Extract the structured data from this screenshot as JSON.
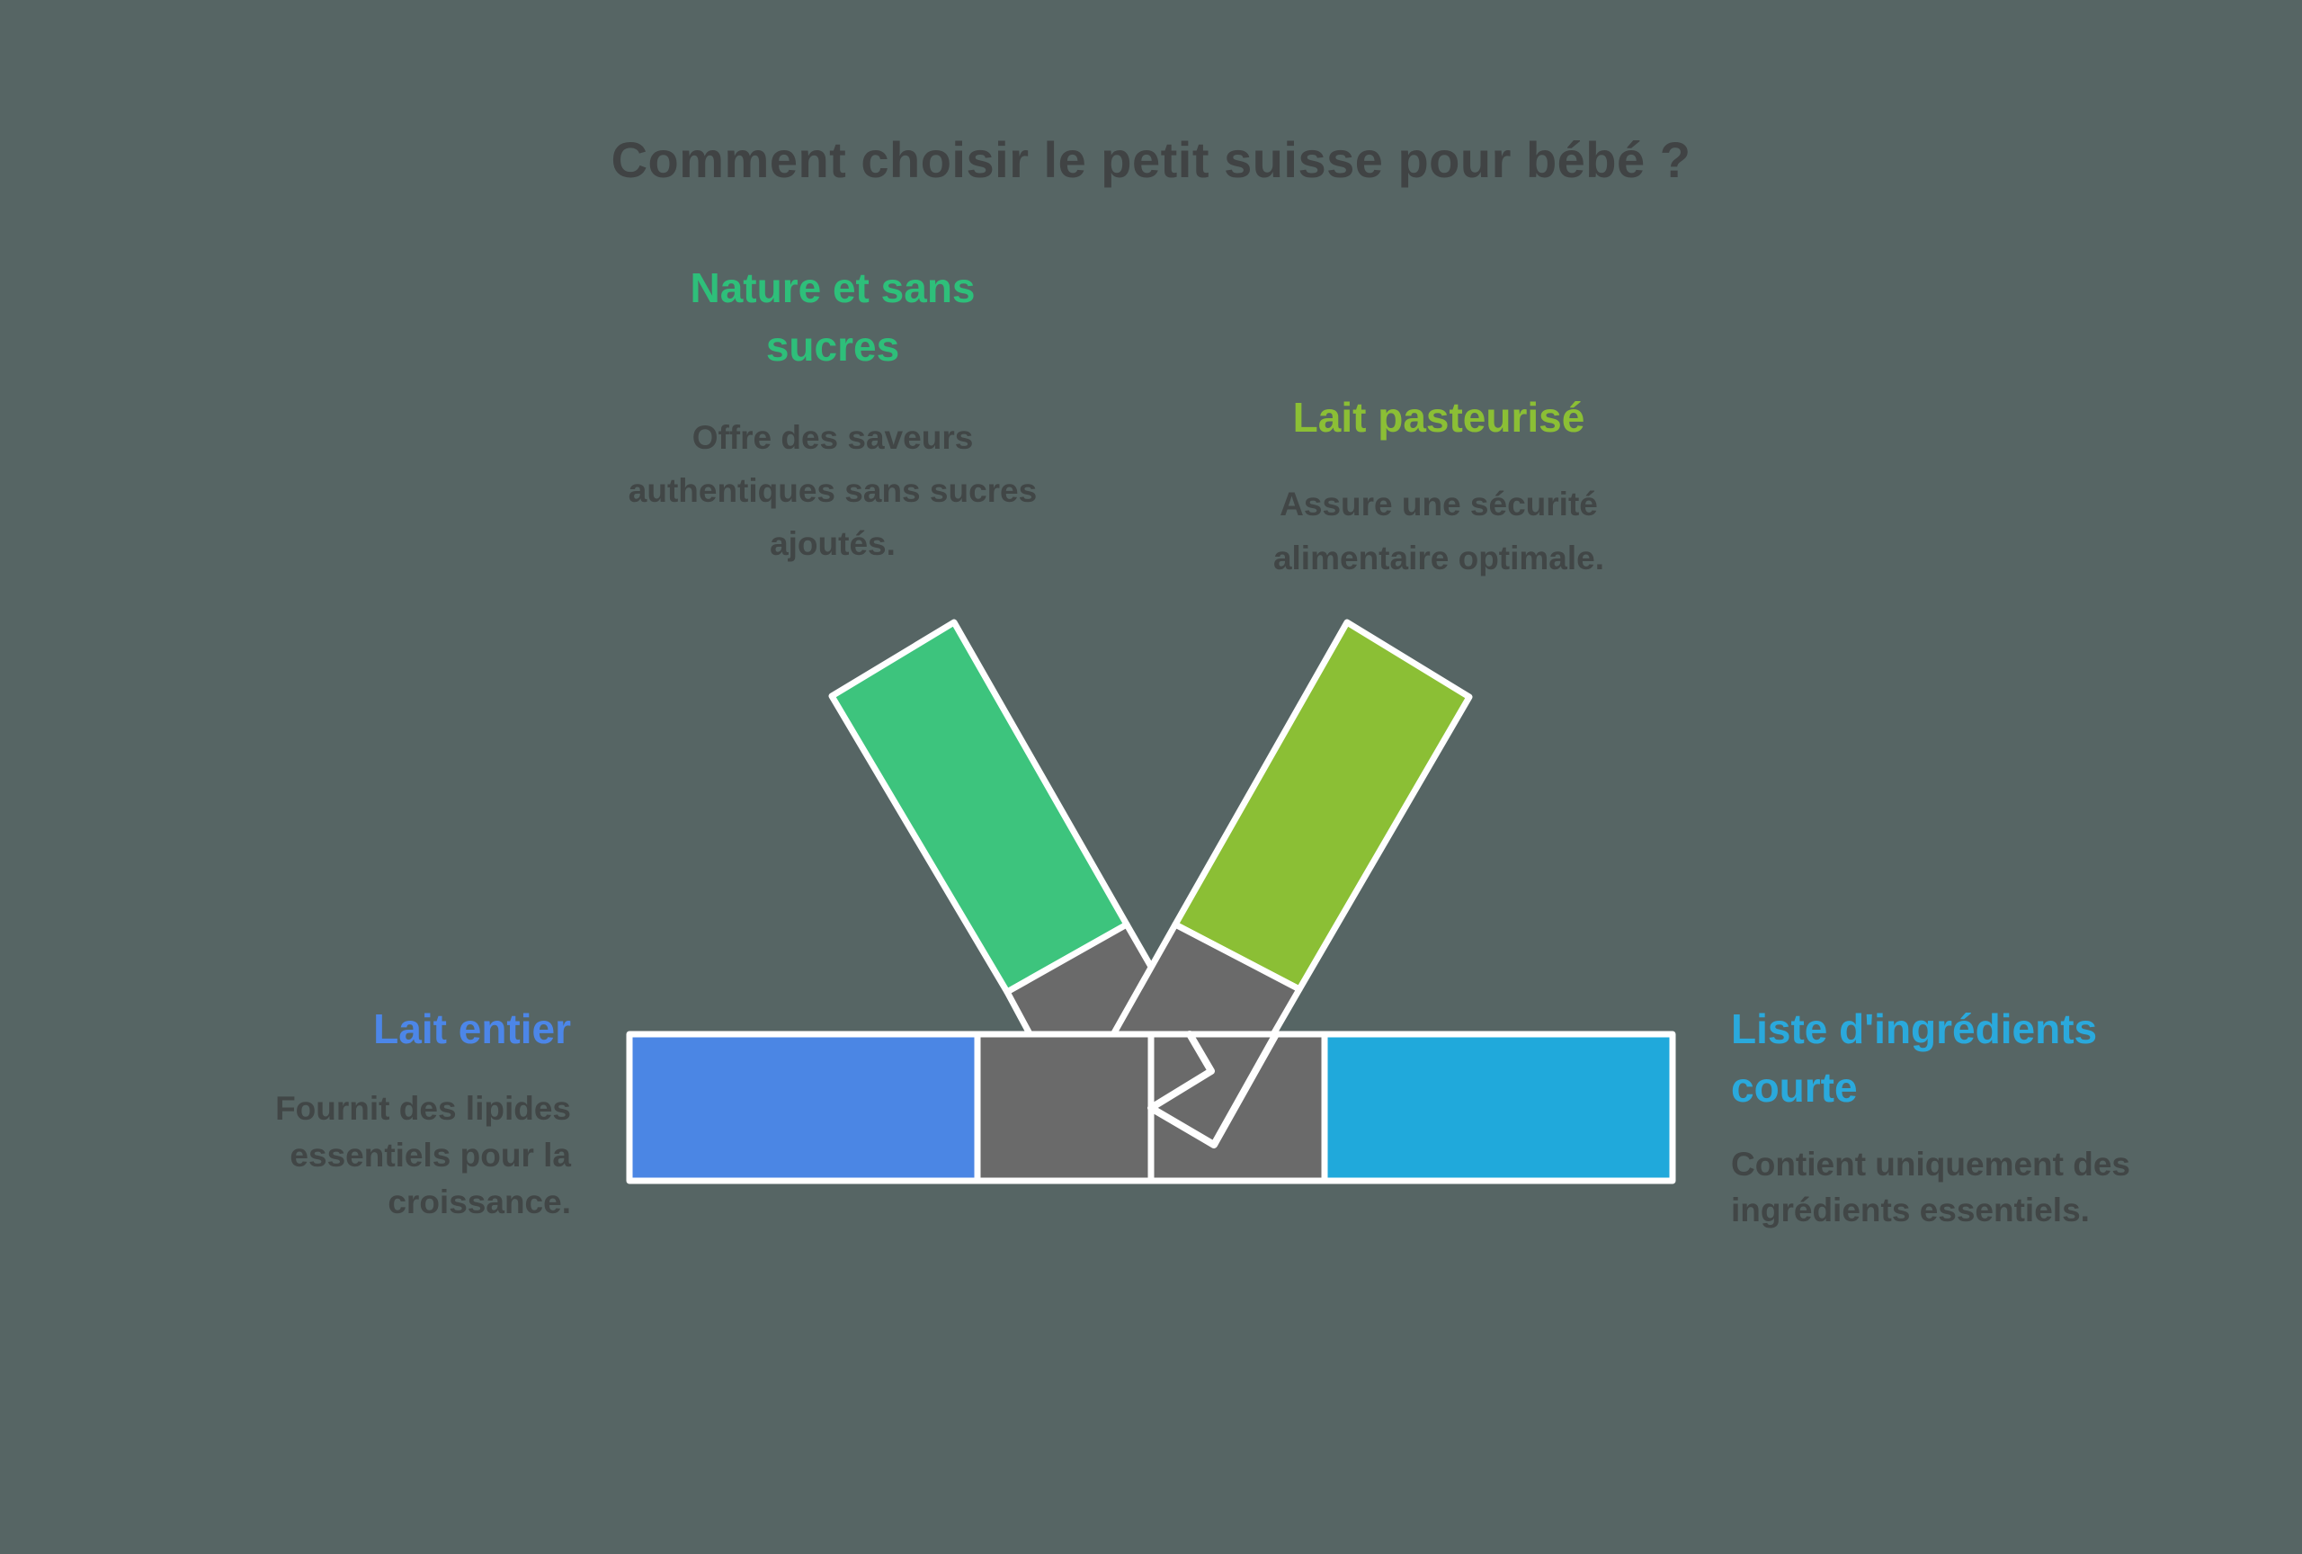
{
  "title": "Comment choisir le petit suisse pour bébé ?",
  "colors": {
    "background": "#566564",
    "title_text": "#404344",
    "desc_text": "#414646",
    "outline": "#FFFFFF",
    "gray": "#6A6A6A",
    "green": "#3DC47D",
    "lime": "#8BBF35",
    "blue": "#4B86E4",
    "cyan": "#20A9DB",
    "green_heading": "#2EBF7A",
    "lime_heading": "#8BBF35",
    "blue_heading": "#4C86E8",
    "cyan_heading": "#2AA9DC"
  },
  "cards": {
    "nature": {
      "heading_line1": "Nature et sans",
      "heading_line2": "sucres",
      "desc_line1": "Offre des saveurs",
      "desc_line2": "authentiques sans sucres",
      "desc_line3": "ajoutés."
    },
    "pasteurise": {
      "heading_line1": "Lait pasteurisé",
      "desc_line1": "Assure une sécurité",
      "desc_line2": "alimentaire optimale."
    },
    "entier": {
      "heading_line1": "Lait entier",
      "desc_line1": "Fournit des lipides",
      "desc_line2": "essentiels pour la",
      "desc_line3": "croissance."
    },
    "ingredients": {
      "heading_line1": "Liste d'ingrédients",
      "heading_line2": "courte",
      "desc_line1": "Contient uniquement des",
      "desc_line2": "ingrédients essentiels."
    }
  }
}
